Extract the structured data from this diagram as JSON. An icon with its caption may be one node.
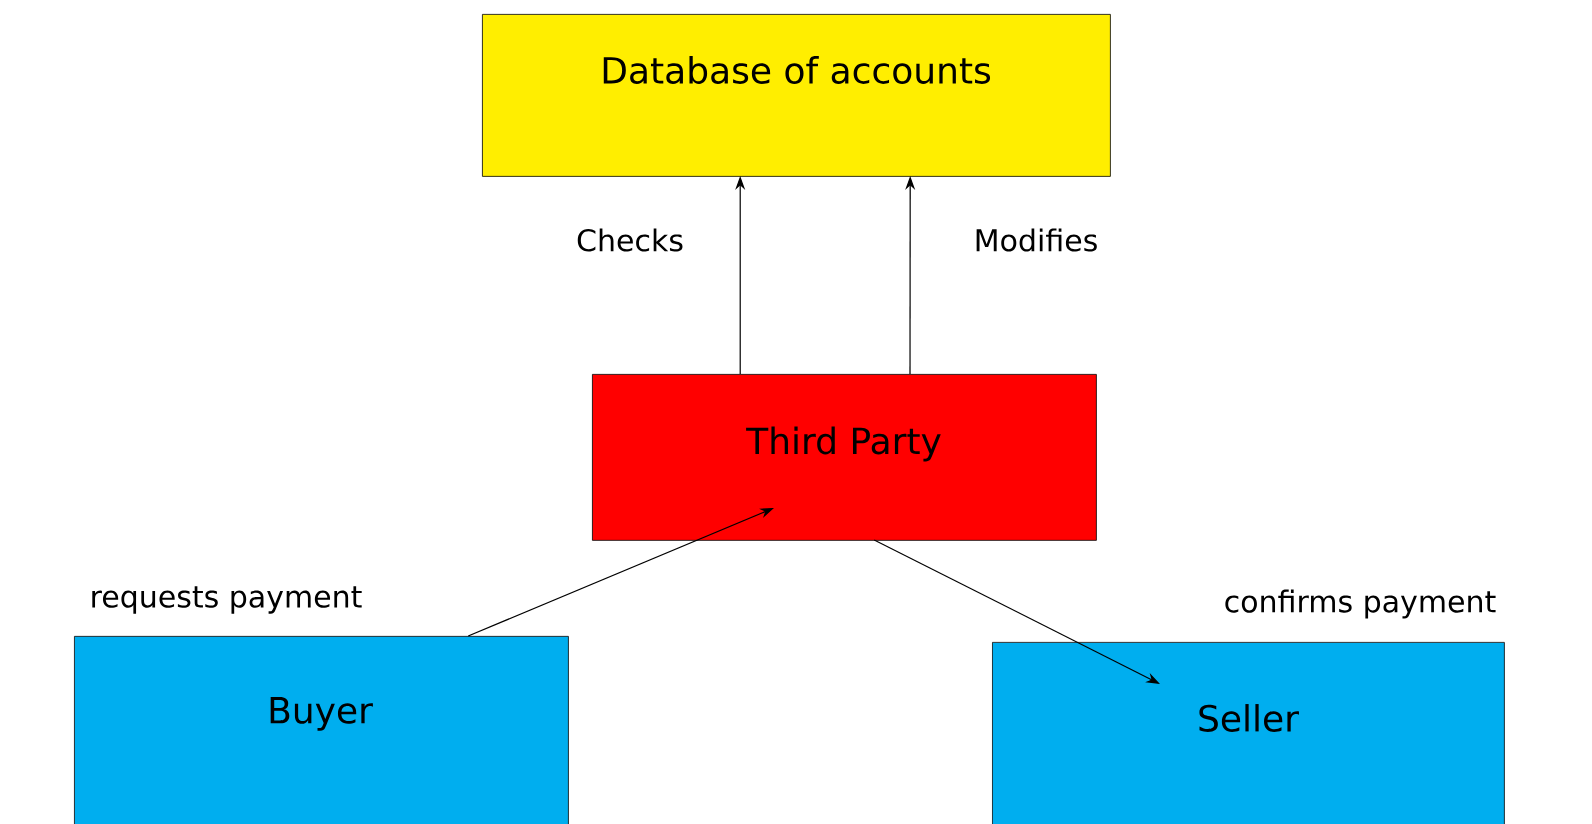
{
  "diagram": {
    "nodes": [
      {
        "text": [
          "Database of accounts"
        ]
      },
      {
        "text": [
          "Third Party"
        ]
      },
      {
        "text": [
          "Buyer"
        ]
      },
      {
        "text": [
          "Seller"
        ]
      }
    ],
    "edges": [
      {
        "from": 1,
        "to": 0,
        "arrow": "to",
        "label": "Checks"
      },
      {
        "from": 1,
        "to": 0,
        "arrow": "to",
        "label": "Modifies"
      },
      {
        "from": 2,
        "to": 1,
        "arrow": "to",
        "label": "requests payment"
      },
      {
        "from": 1,
        "to": 3,
        "arrow": "to",
        "label": "confirms payment"
      }
    ]
  }
}
